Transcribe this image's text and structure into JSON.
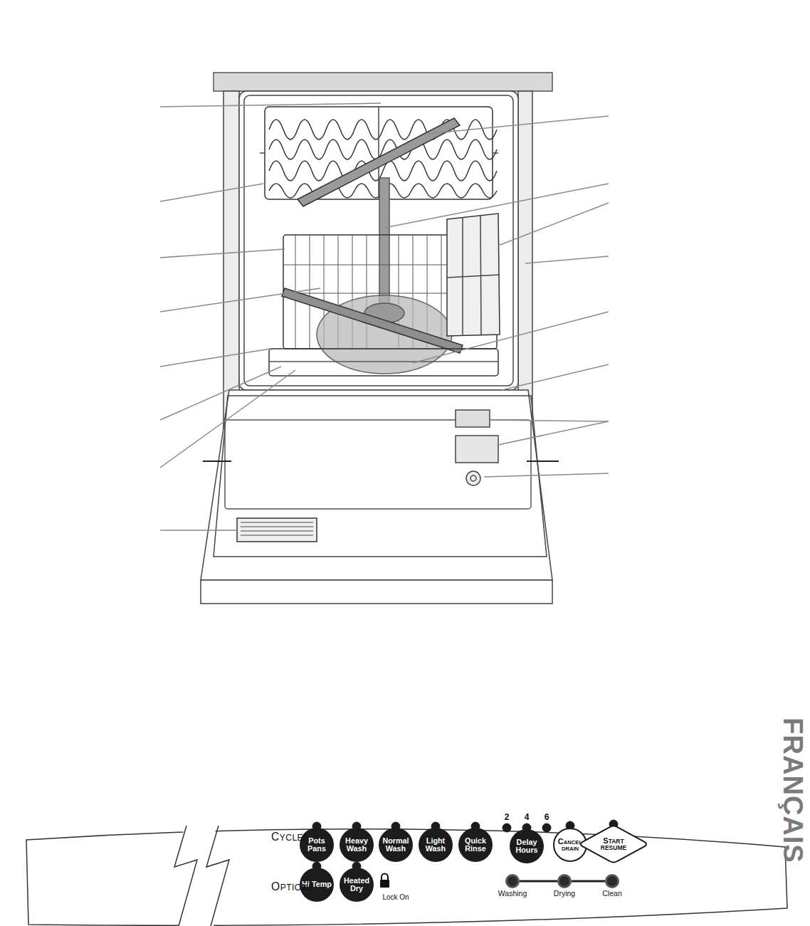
{
  "diagram": {
    "nodes": [
      {
        "text": [
          "Pots Pans"
        ]
      },
      {
        "text": [
          "Heavy Wash"
        ]
      },
      {
        "text": [
          "Normal Wash"
        ]
      },
      {
        "text": [
          "Light Wash"
        ]
      },
      {
        "text": [
          "Quick Rinse"
        ]
      },
      {
        "text": [
          "Delay Hours"
        ]
      },
      {
        "text": [
          "CANCEL DRAIN"
        ]
      },
      {
        "text": [
          "START RESUME"
        ]
      },
      {
        "text": [
          "Hi Temp"
        ]
      },
      {
        "text": [
          "Heated Dry"
        ]
      },
      {
        "text": [
          "Washing"
        ]
      },
      {
        "text": [
          "Drying"
        ]
      },
      {
        "text": [
          "Clean"
        ]
      }
    ],
    "edges": [
      {
        "from": 10,
        "to": 11,
        "arrow": "none"
      },
      {
        "from": 11,
        "to": 12,
        "arrow": "none"
      }
    ],
    "labels": [
      "FRANÇAIS",
      "CYCLES",
      "2",
      "4",
      "6",
      "OPTIONS",
      "Lock On"
    ]
  }
}
